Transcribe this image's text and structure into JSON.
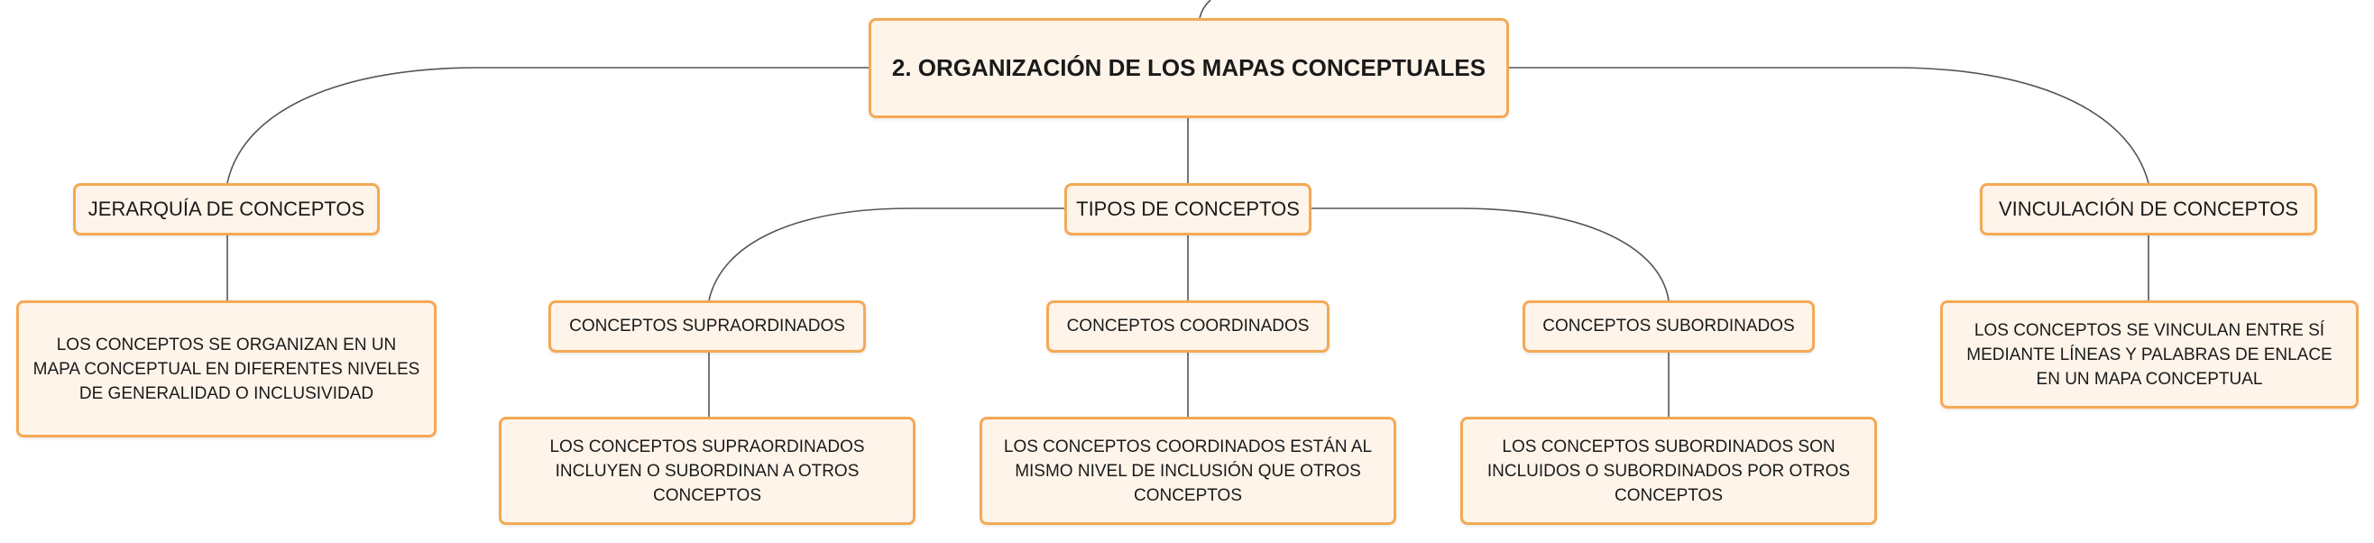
{
  "root": {
    "label": "2. ORGANIZACIÓN DE LOS MAPAS CONCEPTUALES"
  },
  "left": {
    "label": "JERARQUÍA DE CONCEPTOS",
    "description": "LOS CONCEPTOS SE ORGANIZAN EN UN MAPA CONCEPTUAL EN DIFERENTES NIVELES DE GENERALIDAD O INCLUSIVIDAD"
  },
  "center": {
    "label": "TIPOS DE CONCEPTOS",
    "children": [
      {
        "label": "CONCEPTOS SUPRAORDINADOS",
        "description": "LOS CONCEPTOS SUPRAORDINADOS INCLUYEN O SUBORDINAN A OTROS CONCEPTOS"
      },
      {
        "label": "CONCEPTOS COORDINADOS",
        "description": "LOS CONCEPTOS COORDINADOS ESTÁN AL MISMO NIVEL DE INCLUSIÓN QUE OTROS CONCEPTOS"
      },
      {
        "label": "CONCEPTOS SUBORDINADOS",
        "description": "LOS CONCEPTOS SUBORDINADOS SON INCLUIDOS O SUBORDINADOS POR OTROS CONCEPTOS"
      }
    ]
  },
  "right": {
    "label": "VINCULACIÓN DE CONCEPTOS",
    "description": "LOS CONCEPTOS SE VINCULAN ENTRE SÍ MEDIANTE LÍNEAS Y PALABRAS DE ENLACE EN UN MAPA CONCEPTUAL"
  },
  "colors": {
    "node_fill": "#fff4ea",
    "node_border": "#f4a955",
    "connector": "#555555"
  }
}
